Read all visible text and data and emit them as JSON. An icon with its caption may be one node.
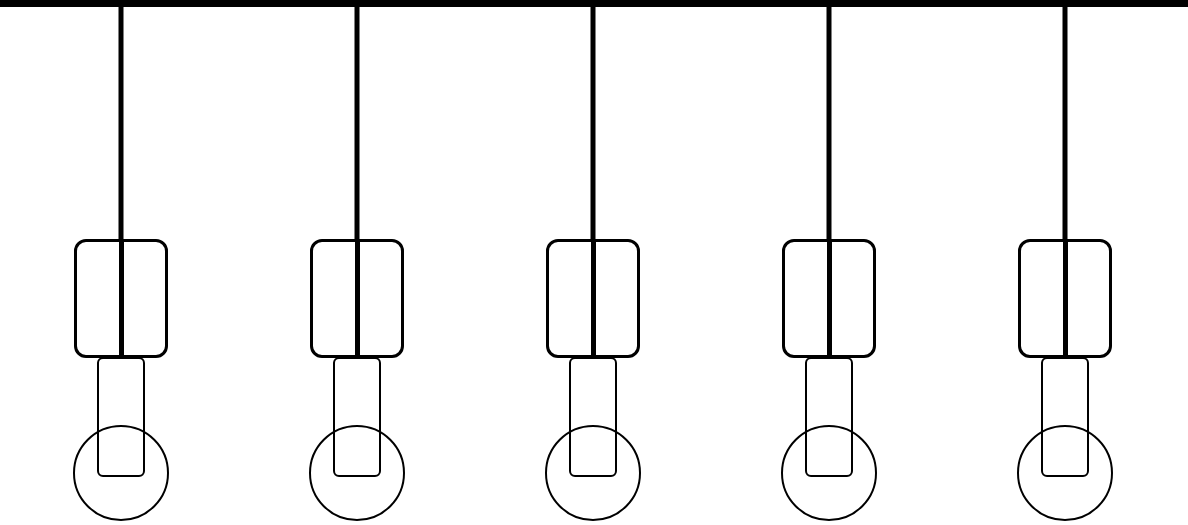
{
  "diagram": {
    "nodes": [
      {
        "text": [],
        "shape": "bar"
      },
      {
        "text": [],
        "shape": "box"
      },
      {
        "text": [],
        "shape": "box"
      },
      {
        "text": [],
        "shape": "circle"
      },
      {
        "text": [],
        "shape": "box"
      },
      {
        "text": [],
        "shape": "box"
      },
      {
        "text": [],
        "shape": "circle"
      },
      {
        "text": [],
        "shape": "box"
      },
      {
        "text": [],
        "shape": "box"
      },
      {
        "text": [],
        "shape": "circle"
      },
      {
        "text": [],
        "shape": "box"
      },
      {
        "text": [],
        "shape": "box"
      },
      {
        "text": [],
        "shape": "circle"
      },
      {
        "text": [],
        "shape": "box"
      },
      {
        "text": [],
        "shape": "box"
      },
      {
        "text": [],
        "shape": "circle"
      }
    ],
    "edges": [
      {
        "from": 0,
        "to": 1,
        "arrow": "none"
      },
      {
        "from": 0,
        "to": 4,
        "arrow": "none"
      },
      {
        "from": 0,
        "to": 7,
        "arrow": "none"
      },
      {
        "from": 0,
        "to": 10,
        "arrow": "none"
      },
      {
        "from": 0,
        "to": 13,
        "arrow": "none"
      }
    ]
  }
}
